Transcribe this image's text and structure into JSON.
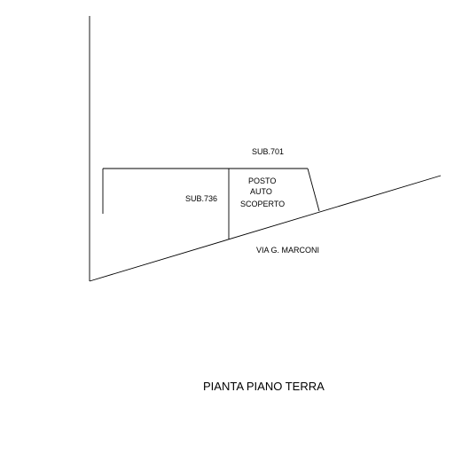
{
  "labels": {
    "sub_701": "SUB.701",
    "sub_736": "SUB.736",
    "posto_line1": "POSTO",
    "posto_line2": "AUTO",
    "posto_line3": "SCOPERTO",
    "street": "VIA G. MARCONI"
  },
  "title": "PIANTA PIANO TERRA"
}
